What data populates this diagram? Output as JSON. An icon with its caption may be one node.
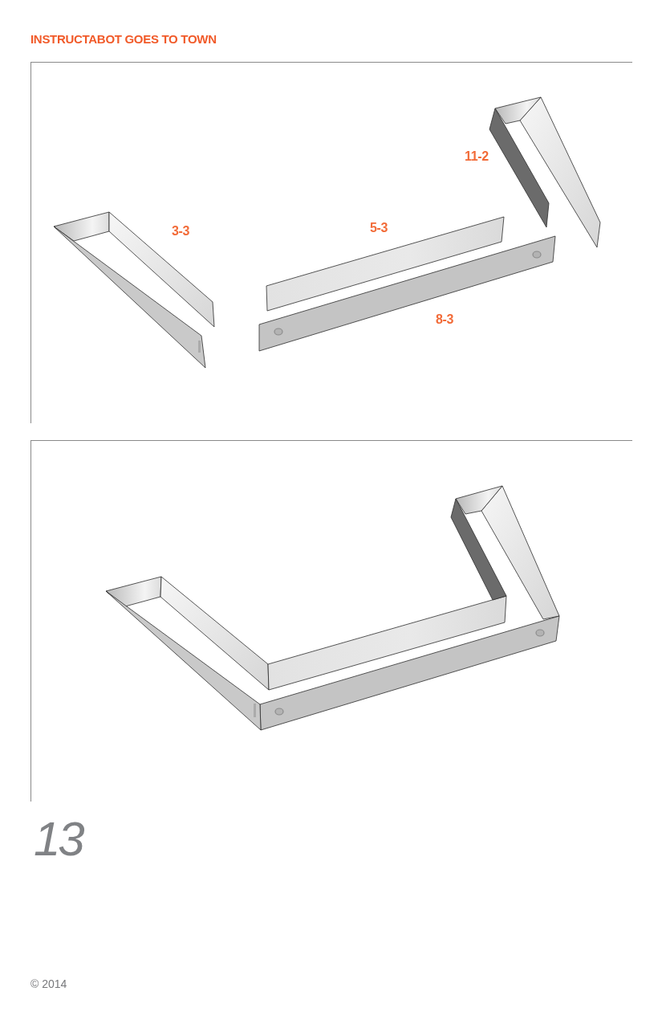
{
  "diagram": {
    "title": "INSTRUCTABOT GOES TO TOWN",
    "labels": [
      "11-2",
      "3-3",
      "5-3",
      "8-3",
      "13",
      "© 2014"
    ]
  }
}
